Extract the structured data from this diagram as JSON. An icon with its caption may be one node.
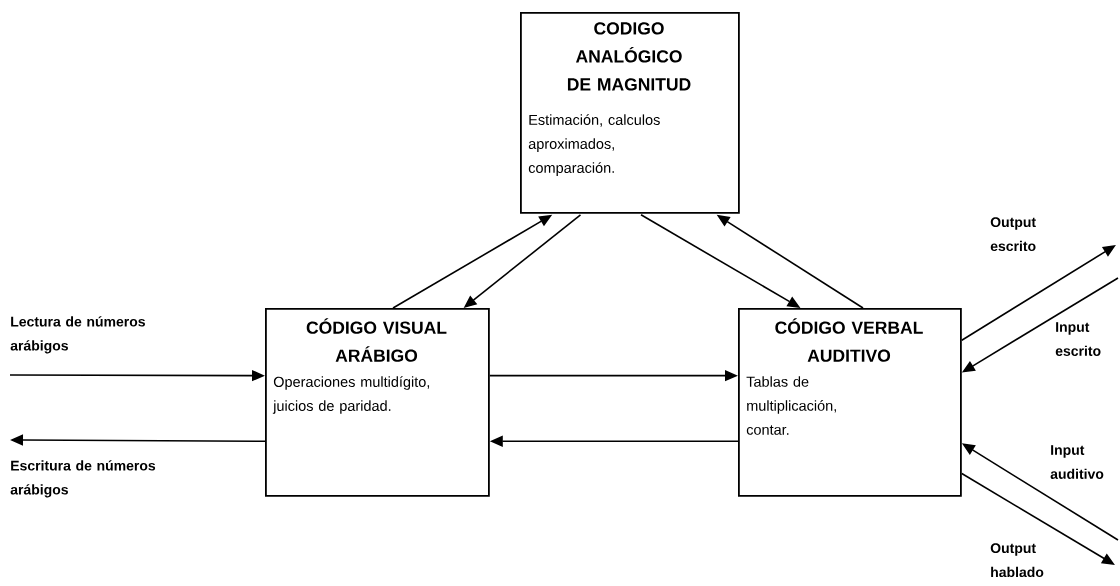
{
  "diagram": {
    "nodes": [
      {
        "text": [
          "CODIGO ANALÓGICO DE MAGNITUD",
          "Estimación, calculos aproximados, comparación."
        ]
      },
      {
        "text": [
          "CÓDIGO VISUAL ARÁBIGO",
          "Operaciones multidígito, juicios de paridad."
        ]
      },
      {
        "text": [
          "CÓDIGO VERBAL AUDITIVO",
          "Tablas de multiplicación, contar."
        ]
      }
    ],
    "edges": [
      {
        "from": 1,
        "to": 0,
        "arrow": "to"
      },
      {
        "from": 0,
        "to": 1,
        "arrow": "to"
      },
      {
        "from": 0,
        "to": 2,
        "arrow": "to"
      },
      {
        "from": 2,
        "to": 0,
        "arrow": "to"
      },
      {
        "from": 1,
        "to": 2,
        "arrow": "to"
      },
      {
        "from": 2,
        "to": 1,
        "arrow": "to"
      },
      {
        "from": null,
        "to": 1,
        "arrow": "to",
        "label": "Lectura de números arábigos"
      },
      {
        "from": 1,
        "to": null,
        "arrow": "to",
        "label": "Escritura de números arábigos"
      },
      {
        "from": 2,
        "to": null,
        "arrow": "to",
        "label": "Output escrito"
      },
      {
        "from": null,
        "to": 2,
        "arrow": "to",
        "label": "Input escrito"
      },
      {
        "from": null,
        "to": 2,
        "arrow": "to",
        "label": "Input auditivo"
      },
      {
        "from": 2,
        "to": null,
        "arrow": "to",
        "label": "Output hablado"
      }
    ]
  }
}
